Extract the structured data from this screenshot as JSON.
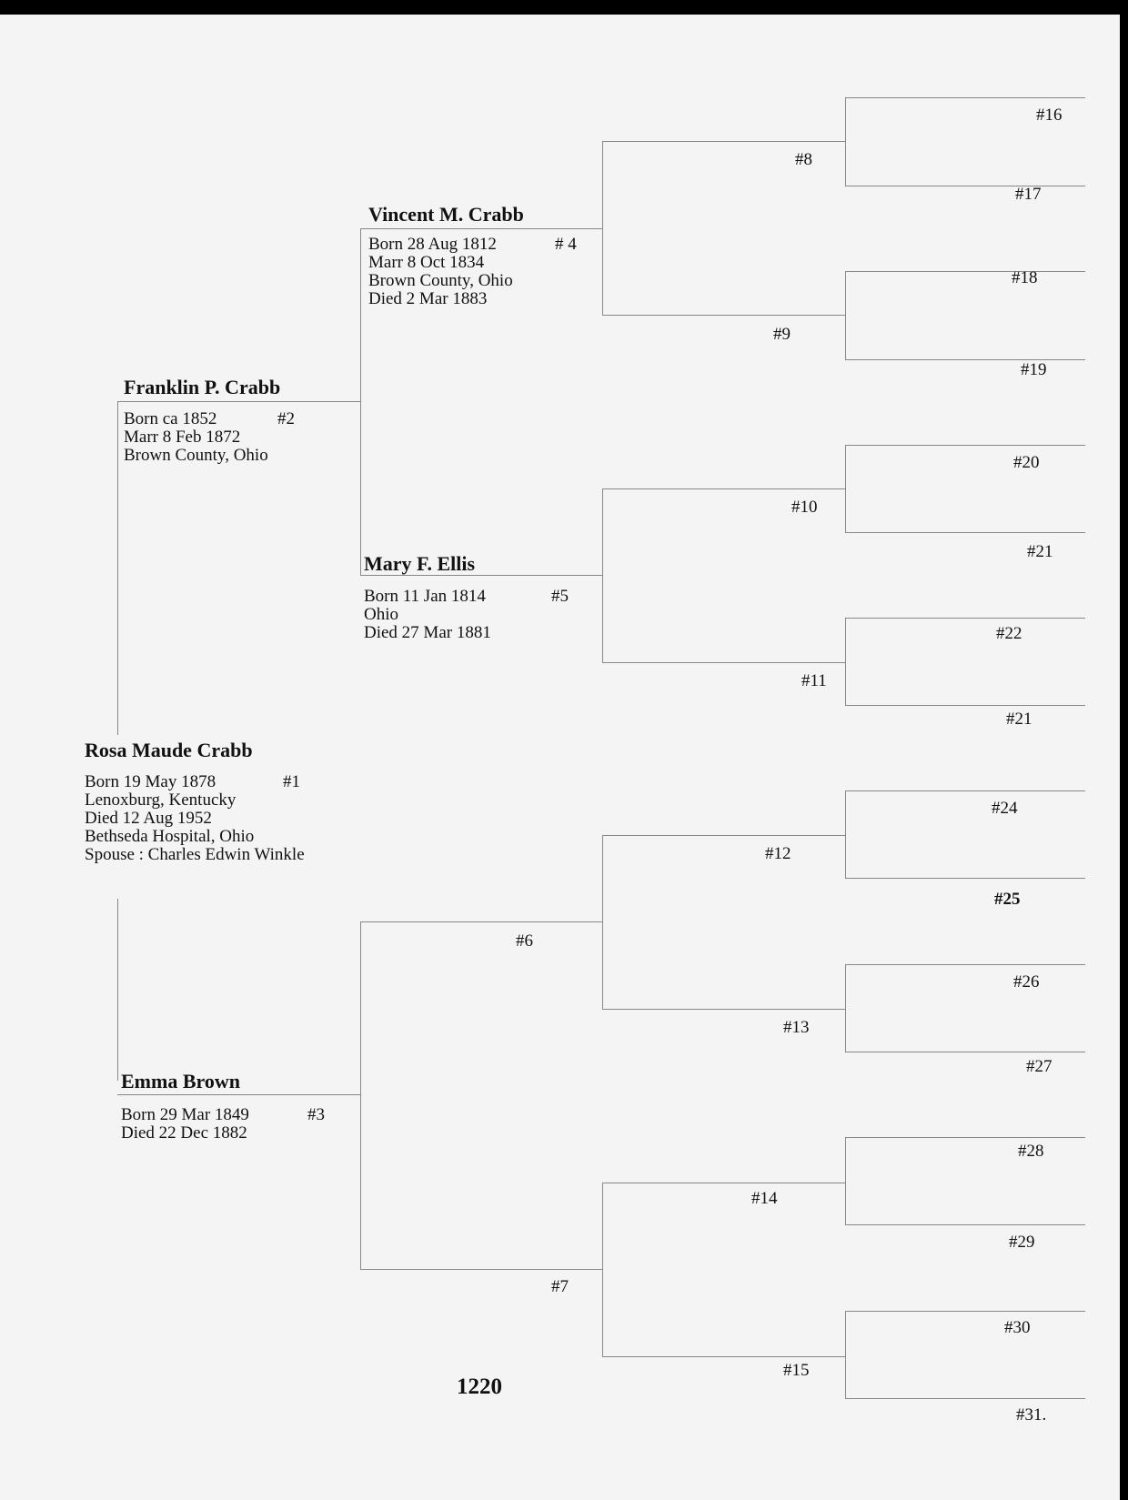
{
  "persons": {
    "p1": {
      "name": "Rosa Maude Crabb",
      "number": "#1",
      "lines": [
        "Born  19 May 1878",
        "Lenoxburg, Kentucky",
        "Died 12 Aug 1952",
        "Bethseda Hospital, Ohio",
        "Spouse : Charles Edwin Winkle"
      ]
    },
    "p2": {
      "name": "Franklin P. Crabb",
      "number": "#2",
      "lines": [
        "Born ca 1852",
        "Marr 8 Feb 1872",
        "Brown County, Ohio"
      ]
    },
    "p3": {
      "name": "Emma Brown",
      "number": "#3",
      "lines": [
        "Born 29 Mar 1849",
        "Died 22 Dec 1882"
      ]
    },
    "p4": {
      "name": "Vincent M. Crabb",
      "number": "# 4",
      "lines": [
        "Born 28 Aug 1812",
        "Marr 8 Oct 1834",
        "Brown County, Ohio",
        "Died 2 Mar 1883"
      ]
    },
    "p5": {
      "name": "Mary F. Ellis",
      "number": "#5",
      "lines": [
        "Born 11 Jan 1814",
        "Ohio",
        "Died 27 Mar 1881"
      ]
    }
  },
  "slots": {
    "n6": "#6",
    "n7": "#7",
    "n8": "#8",
    "n9": "#9",
    "n10": "#10",
    "n11": "#11",
    "n12": "#12",
    "n13": "#13",
    "n14": "#14",
    "n15": "#15",
    "n16": "#16",
    "n17": "#17",
    "n18": "#18",
    "n19": "#19",
    "n20": "#20",
    "n21a": "#21",
    "n22": "#22",
    "n21b": "#21",
    "n24": "#24",
    "n25": "#25",
    "n26": "#26",
    "n27": "#27",
    "n28": "#28",
    "n29": "#29",
    "n30": "#30",
    "n31": "#31."
  },
  "page_number": "1220"
}
